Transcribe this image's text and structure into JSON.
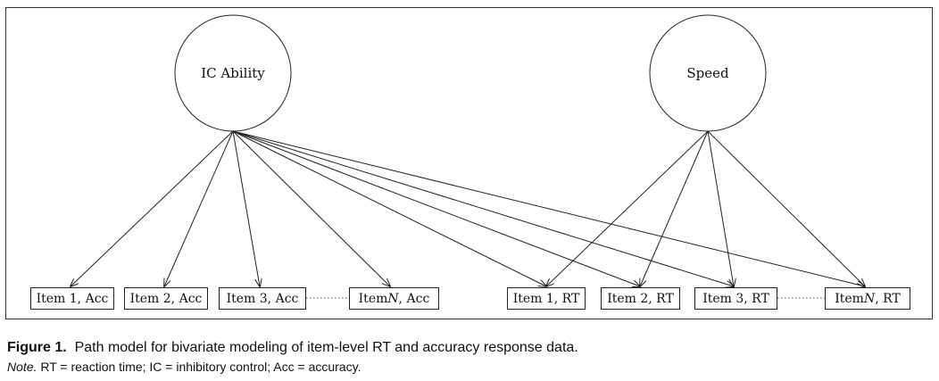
{
  "latents": {
    "ic_ability": "IC Ability",
    "speed": "Speed"
  },
  "indicators": {
    "acc": [
      {
        "pre": "Item 1, Acc",
        "n": "",
        "post": ""
      },
      {
        "pre": "Item 2, Acc",
        "n": "",
        "post": ""
      },
      {
        "pre": "Item 3, Acc",
        "n": "",
        "post": ""
      },
      {
        "pre": "Item ",
        "n": "N",
        "post": ", Acc"
      }
    ],
    "rt": [
      {
        "pre": "Item 1, RT",
        "n": "",
        "post": ""
      },
      {
        "pre": "Item 2, RT",
        "n": "",
        "post": ""
      },
      {
        "pre": "Item 3, RT",
        "n": "",
        "post": ""
      },
      {
        "pre": "Item ",
        "n": "N",
        "post": ", RT"
      }
    ]
  },
  "caption": {
    "figure_label": "Figure 1.",
    "figure_text": "Path model for bivariate modeling of item-level RT and accuracy response data.",
    "note_label": "Note.",
    "note_text": "RT = reaction time; IC = inhibitory control; Acc = accuracy."
  }
}
